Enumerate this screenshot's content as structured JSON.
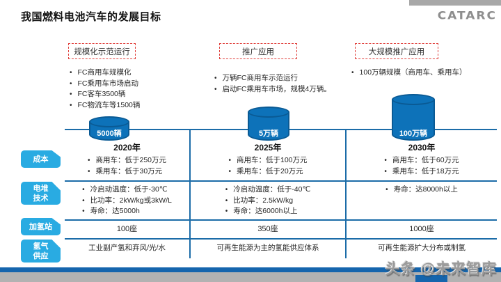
{
  "slide": {
    "title": "我国燃料电池汽车的发展目标",
    "logo_text": "CATARC",
    "watermark": "头条 @未来智库"
  },
  "row_labels": {
    "cost": "成本",
    "stack": "电堆\n技术",
    "station": "加氢站",
    "supply": "氢气\n供应"
  },
  "phases": [
    {
      "stage_label": "规模化示范运行",
      "top_bullets": [
        "FC商用车规模化",
        "FC乘用车市场启动",
        "FC客车3500辆",
        "FC物流车等1500辆"
      ],
      "cylinder_label": "5000辆",
      "year": "2020年",
      "cost": [
        "商用车：低于250万元",
        "乘用车：低于30万元"
      ],
      "stack": [
        "冷启动温度：低于-30℃",
        "比功率：2kW/kg或3kW/L",
        "寿命：达5000h"
      ],
      "station": "100座",
      "supply": "工业副产氢和弃风/光/水"
    },
    {
      "stage_label": "推广应用",
      "top_bullets": [
        "万辆FC商用车示范运行",
        "启动FC乘用车市场，规模4万辆。"
      ],
      "cylinder_label": "5万辆",
      "year": "2025年",
      "cost": [
        "商用车：低于100万元",
        "乘用车：低于20万元"
      ],
      "stack": [
        "冷启动温度：低于-40℃",
        "比功率：2.5kW/kg",
        "寿命：达6000h以上"
      ],
      "station": "350座",
      "supply": "可再生能源为主的氢能供应体系"
    },
    {
      "stage_label": "大规模推广应用",
      "top_bullets": [
        "100万辆规模（商用车、乘用车）"
      ],
      "cylinder_label": "100万辆",
      "year": "2030年",
      "cost": [
        "商用车：低于60万元",
        "乘用车：低于18万元"
      ],
      "stack": [
        "寿命：达8000h以上"
      ],
      "station": "1000座",
      "supply": "可再生能源扩大分布或制氢"
    }
  ],
  "colors": {
    "cylinder_blue": "#0D72B9",
    "line_blue": "#1B6CA8",
    "tag_blue": "#29ABE2",
    "dashed_red": "#E0403C",
    "footer_blue": "#1565AD",
    "footer_gray": "#B2B2B2"
  }
}
